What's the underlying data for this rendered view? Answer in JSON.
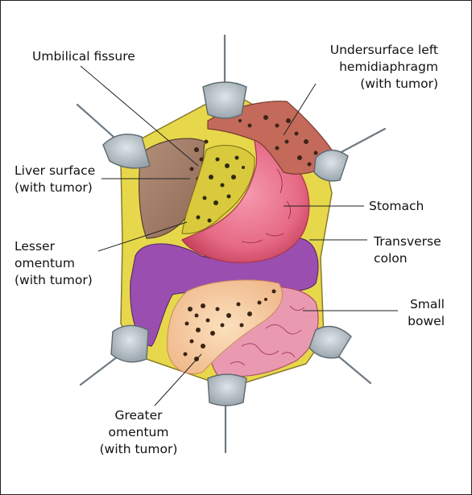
{
  "labels": {
    "umbilical_fissure": [
      "Umbilical fissure"
    ],
    "undersurface": [
      "Undersurface left",
      "hemidiaphragm",
      "(with tumor)"
    ],
    "liver_surface": [
      "Liver surface",
      "(with tumor)"
    ],
    "stomach": [
      "Stomach"
    ],
    "lesser_omentum": [
      "Lesser",
      "omentum",
      "(with tumor)"
    ],
    "transverse_colon": [
      "Transverse",
      "colon"
    ],
    "small_bowel": [
      "Small",
      "bowel"
    ],
    "greater_omentum": [
      "Greater",
      "omentum",
      "(with tumor)"
    ]
  },
  "colors": {
    "liver": "#a9846f",
    "stomach": "#e8708a",
    "colon": "#9a4fb0",
    "small_bowel": "#e99ab0",
    "omentum": "#f2c89a",
    "fat": "#e6d84a",
    "retractor": "#b9c2c8",
    "tumor": "#3a2516"
  }
}
